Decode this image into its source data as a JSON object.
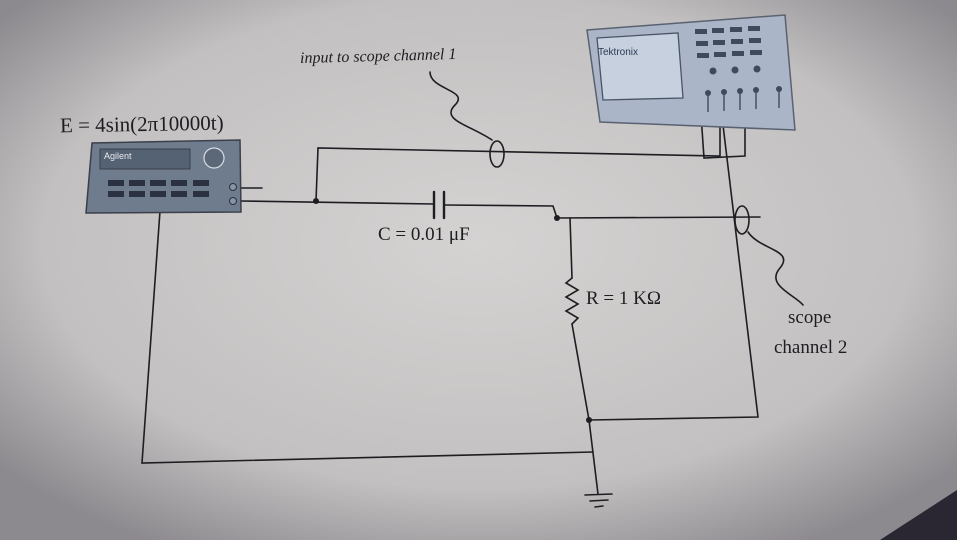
{
  "labels": {
    "source": "E = 4sin(2π10000t)",
    "input_to_scope": "input to scope channel 1",
    "capacitor": "C = 0.01 μF",
    "resistor": "R = 1 KΩ",
    "scope_line1": "scope",
    "scope_line2": "channel 2"
  },
  "instruments": {
    "function_generator_brand": "Agilent",
    "oscilloscope_brand": "Tektronix"
  },
  "colors": {
    "paper": "#c9c7c6",
    "ink": "#1e1e22",
    "instrument_body": "#6f7c8e",
    "scope_body": "#aab5c7"
  }
}
